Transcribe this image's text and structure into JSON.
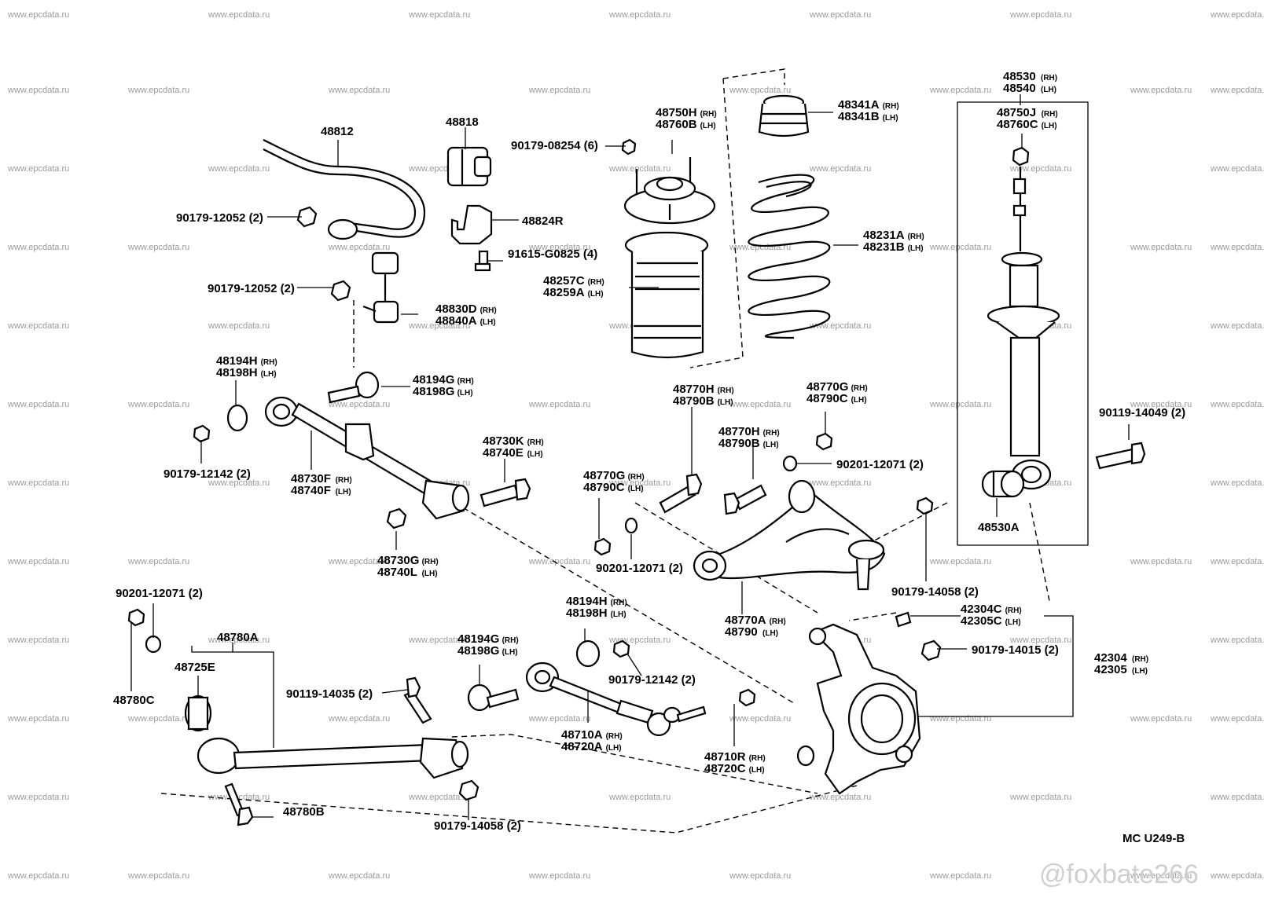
{
  "watermark_text": "www.epcdata.ru",
  "diagram_code": "MC U249-B",
  "credit": "@foxbate266",
  "callouts": [
    {
      "id": "48812",
      "lines": [
        {
          "t": "48812",
          "s": ""
        }
      ]
    },
    {
      "id": "48818",
      "lines": [
        {
          "t": "48818",
          "s": ""
        }
      ]
    },
    {
      "id": "90179-12052-a",
      "lines": [
        {
          "t": "90179-12052 (2)",
          "s": ""
        }
      ]
    },
    {
      "id": "48824R",
      "lines": [
        {
          "t": "48824R",
          "s": ""
        }
      ]
    },
    {
      "id": "91615-G0825",
      "lines": [
        {
          "t": "91615-G0825 (4)",
          "s": ""
        }
      ]
    },
    {
      "id": "90179-12052-b",
      "lines": [
        {
          "t": "90179-12052 (2)",
          "s": ""
        }
      ]
    },
    {
      "id": "48830D",
      "lines": [
        {
          "t": "48830D",
          "s": "(RH)"
        },
        {
          "t": "48840A",
          "s": "(LH)"
        }
      ]
    },
    {
      "id": "90179-08254",
      "lines": [
        {
          "t": "90179-08254 (6)",
          "s": ""
        }
      ]
    },
    {
      "id": "48750H",
      "lines": [
        {
          "t": "48750H",
          "s": "(RH)"
        },
        {
          "t": "48760B",
          "s": "(LH)"
        }
      ]
    },
    {
      "id": "48257C",
      "lines": [
        {
          "t": "48257C",
          "s": "(RH)"
        },
        {
          "t": "48259A",
          "s": "(LH)"
        }
      ]
    },
    {
      "id": "48341A",
      "lines": [
        {
          "t": "48341A",
          "s": "(RH)"
        },
        {
          "t": "48341B",
          "s": "(LH)"
        }
      ]
    },
    {
      "id": "48231A",
      "lines": [
        {
          "t": "48231A",
          "s": "(RH)"
        },
        {
          "t": "48231B",
          "s": "(LH)"
        }
      ]
    },
    {
      "id": "48530",
      "lines": [
        {
          "t": "48530",
          "s": "(RH)"
        },
        {
          "t": "48540",
          "s": "(LH)"
        }
      ]
    },
    {
      "id": "48750J",
      "lines": [
        {
          "t": "48750J",
          "s": "(RH)"
        },
        {
          "t": "48760C",
          "s": "(LH)"
        }
      ]
    },
    {
      "id": "48194H-a",
      "lines": [
        {
          "t": "48194H",
          "s": "(RH)"
        },
        {
          "t": "48198H",
          "s": "(LH)"
        }
      ]
    },
    {
      "id": "48194G-a",
      "lines": [
        {
          "t": "48194G",
          "s": "(RH)"
        },
        {
          "t": "48198G",
          "s": "(LH)"
        }
      ]
    },
    {
      "id": "90179-12142-a",
      "lines": [
        {
          "t": "90179-12142 (2)",
          "s": ""
        }
      ]
    },
    {
      "id": "48730F",
      "lines": [
        {
          "t": "48730F",
          "s": "(RH)"
        },
        {
          "t": "48740F",
          "s": "(LH)"
        }
      ]
    },
    {
      "id": "48730K",
      "lines": [
        {
          "t": "48730K",
          "s": "(RH)"
        },
        {
          "t": "48740E",
          "s": "(LH)"
        }
      ]
    },
    {
      "id": "48730G",
      "lines": [
        {
          "t": "48730G",
          "s": "(RH)"
        },
        {
          "t": "48740L",
          "s": "(LH)"
        }
      ]
    },
    {
      "id": "48770H-a",
      "lines": [
        {
          "t": "48770H",
          "s": "(RH)"
        },
        {
          "t": "48790B",
          "s": "(LH)"
        }
      ]
    },
    {
      "id": "48770G-a",
      "lines": [
        {
          "t": "48770G",
          "s": "(RH)"
        },
        {
          "t": "48790C",
          "s": "(LH)"
        }
      ]
    },
    {
      "id": "48770H-b",
      "lines": [
        {
          "t": "48770H",
          "s": "(RH)"
        },
        {
          "t": "48790B",
          "s": "(LH)"
        }
      ]
    },
    {
      "id": "48770G-b",
      "lines": [
        {
          "t": "48770G",
          "s": "(RH)"
        },
        {
          "t": "48790C",
          "s": "(LH)"
        }
      ]
    },
    {
      "id": "90201-12071-a",
      "lines": [
        {
          "t": "90201-12071 (2)",
          "s": ""
        }
      ]
    },
    {
      "id": "90201-12071-b",
      "lines": [
        {
          "t": "90201-12071 (2)",
          "s": ""
        }
      ]
    },
    {
      "id": "90119-14049",
      "lines": [
        {
          "t": "90119-14049 (2)",
          "s": ""
        }
      ]
    },
    {
      "id": "48530A",
      "lines": [
        {
          "t": "48530A",
          "s": ""
        }
      ]
    },
    {
      "id": "48770A",
      "lines": [
        {
          "t": "48770A",
          "s": "(RH)"
        },
        {
          "t": "48790",
          "s": "(LH)"
        }
      ]
    },
    {
      "id": "90179-14058-a",
      "lines": [
        {
          "t": "90179-14058 (2)",
          "s": ""
        }
      ]
    },
    {
      "id": "42304C",
      "lines": [
        {
          "t": "42304C",
          "s": "(RH)"
        },
        {
          "t": "42305C",
          "s": "(LH)"
        }
      ]
    },
    {
      "id": "90179-14015",
      "lines": [
        {
          "t": "90179-14015 (2)",
          "s": ""
        }
      ]
    },
    {
      "id": "42304",
      "lines": [
        {
          "t": "42304",
          "s": "(RH)"
        },
        {
          "t": "42305",
          "s": "(LH)"
        }
      ]
    },
    {
      "id": "90201-12071-c",
      "lines": [
        {
          "t": "90201-12071 (2)",
          "s": ""
        }
      ]
    },
    {
      "id": "48780A",
      "lines": [
        {
          "t": "48780A",
          "s": ""
        }
      ]
    },
    {
      "id": "48725E",
      "lines": [
        {
          "t": "48725E",
          "s": ""
        }
      ]
    },
    {
      "id": "48780C",
      "lines": [
        {
          "t": "48780C",
          "s": ""
        }
      ]
    },
    {
      "id": "90119-14035",
      "lines": [
        {
          "t": "90119-14035 (2)",
          "s": ""
        }
      ]
    },
    {
      "id": "48194H-b",
      "lines": [
        {
          "t": "48194H",
          "s": "(RH)"
        },
        {
          "t": "48198H",
          "s": "(LH)"
        }
      ]
    },
    {
      "id": "48194G-b",
      "lines": [
        {
          "t": "48194G",
          "s": "(RH)"
        },
        {
          "t": "48198G",
          "s": "(LH)"
        }
      ]
    },
    {
      "id": "90179-12142-b",
      "lines": [
        {
          "t": "90179-12142 (2)",
          "s": ""
        }
      ]
    },
    {
      "id": "48710A",
      "lines": [
        {
          "t": "48710A",
          "s": "(RH)"
        },
        {
          "t": "48720A",
          "s": "(LH)"
        }
      ]
    },
    {
      "id": "48710R",
      "lines": [
        {
          "t": "48710R",
          "s": "(RH)"
        },
        {
          "t": "48720C",
          "s": "(LH)"
        }
      ]
    },
    {
      "id": "48780B",
      "lines": [
        {
          "t": "48780B",
          "s": ""
        }
      ]
    },
    {
      "id": "90179-14058-b",
      "lines": [
        {
          "t": "90179-14058 (2)",
          "s": ""
        }
      ]
    }
  ]
}
